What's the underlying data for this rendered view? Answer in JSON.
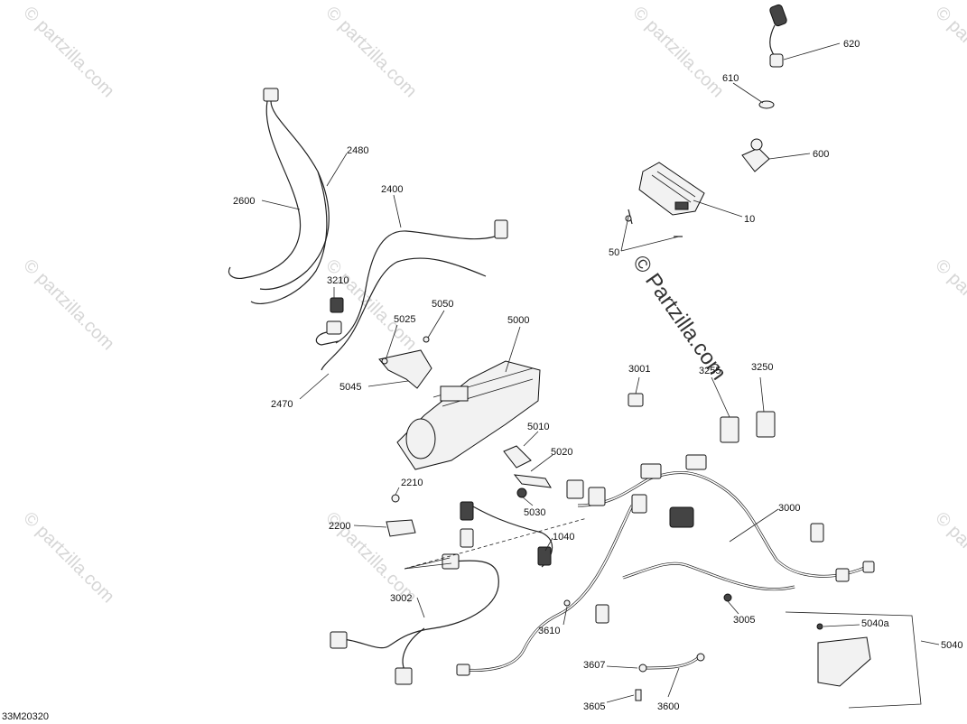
{
  "diagram_ref": "33M20320",
  "watermark": {
    "text": "© partzilla.com",
    "center_text": "© Partzilla.com"
  },
  "callouts": [
    {
      "id": "620",
      "label": "620"
    },
    {
      "id": "610",
      "label": "610"
    },
    {
      "id": "600",
      "label": "600"
    },
    {
      "id": "10",
      "label": "10"
    },
    {
      "id": "50",
      "label": "50"
    },
    {
      "id": "2480",
      "label": "2480"
    },
    {
      "id": "2600",
      "label": "2600"
    },
    {
      "id": "2400",
      "label": "2400"
    },
    {
      "id": "3210",
      "label": "3210"
    },
    {
      "id": "5050",
      "label": "5050"
    },
    {
      "id": "5025",
      "label": "5025"
    },
    {
      "id": "5000",
      "label": "5000"
    },
    {
      "id": "5045",
      "label": "5045"
    },
    {
      "id": "2470",
      "label": "2470"
    },
    {
      "id": "3001",
      "label": "3001"
    },
    {
      "id": "3255",
      "label": "3255"
    },
    {
      "id": "3250",
      "label": "3250"
    },
    {
      "id": "5010",
      "label": "5010"
    },
    {
      "id": "5020",
      "label": "5020"
    },
    {
      "id": "2210",
      "label": "2210"
    },
    {
      "id": "5030",
      "label": "5030"
    },
    {
      "id": "3000",
      "label": "3000"
    },
    {
      "id": "2200",
      "label": "2200"
    },
    {
      "id": "1040",
      "label": "1040"
    },
    {
      "id": "3002",
      "label": "3002"
    },
    {
      "id": "3610",
      "label": "3610"
    },
    {
      "id": "3005",
      "label": "3005"
    },
    {
      "id": "5040a",
      "label": "5040a"
    },
    {
      "id": "5040",
      "label": "5040"
    },
    {
      "id": "3607",
      "label": "3607"
    },
    {
      "id": "3605",
      "label": "3605"
    },
    {
      "id": "3600",
      "label": "3600"
    }
  ]
}
